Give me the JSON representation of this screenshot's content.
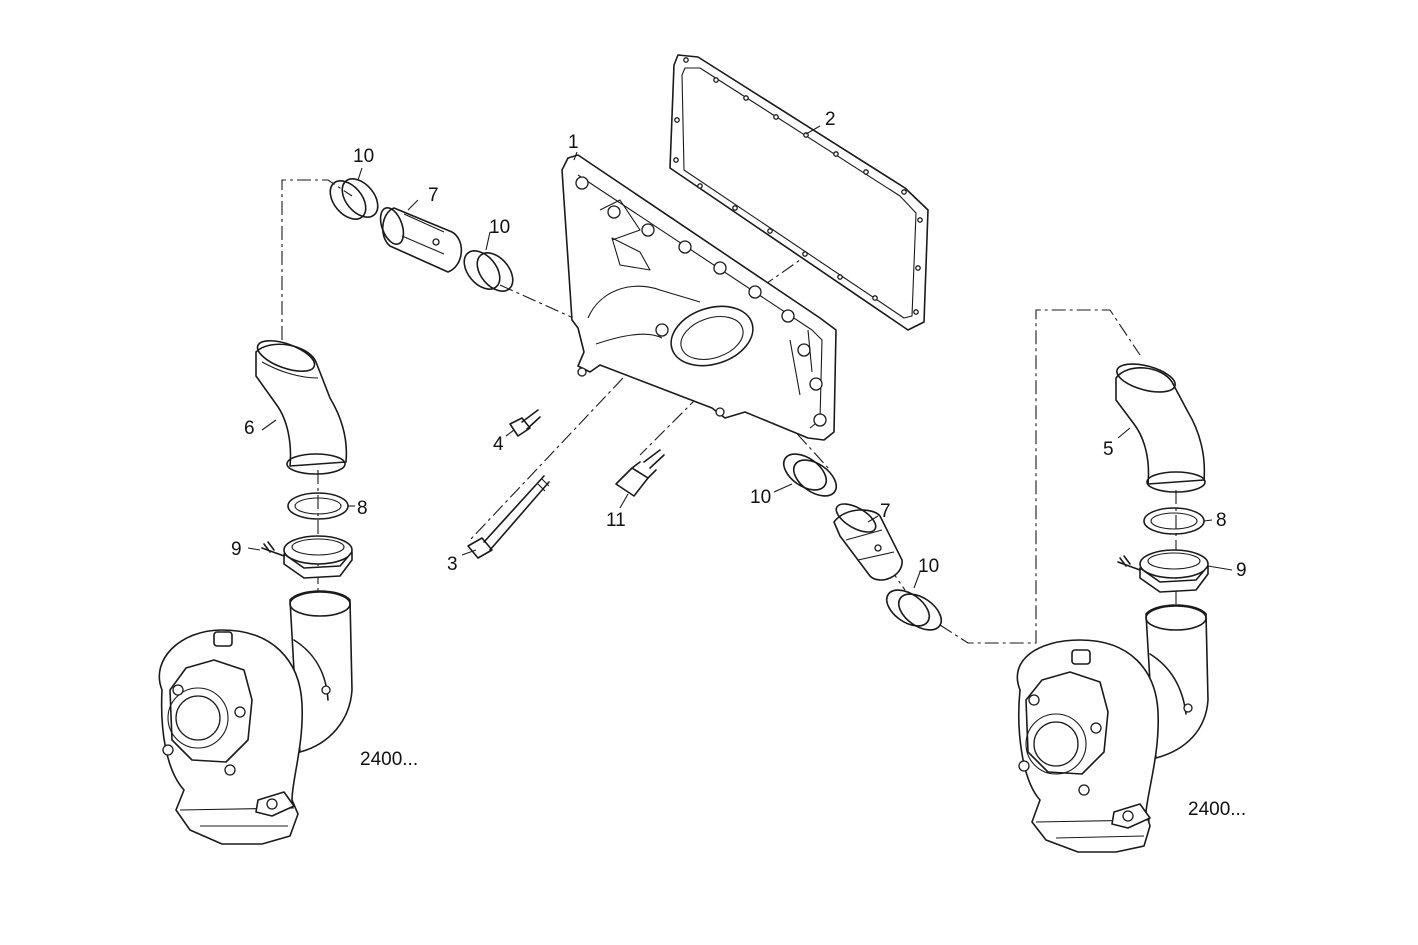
{
  "callouts": {
    "c1": "1",
    "c2": "2",
    "c3": "3",
    "c4": "4",
    "c5": "5",
    "c6": "6",
    "c7a": "7",
    "c7b": "7",
    "c8a": "8",
    "c8b": "8",
    "c9a": "9",
    "c9b": "9",
    "c10a": "10",
    "c10b": "10",
    "c10c": "10",
    "c10d": "10",
    "c11": "11"
  },
  "references": {
    "turbo_left": "2400...",
    "turbo_right": "2400..."
  }
}
